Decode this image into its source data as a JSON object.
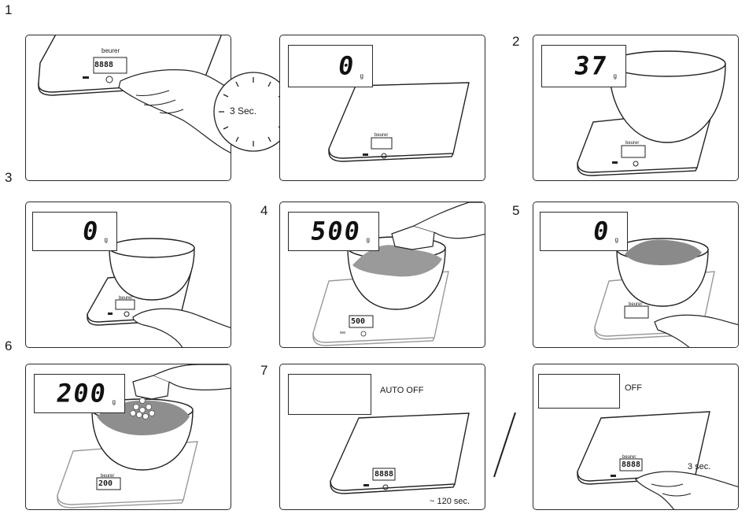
{
  "step_labels": [
    "1",
    "2",
    "3",
    "4",
    "5",
    "6",
    "7"
  ],
  "brand": "beurer",
  "unit": "g",
  "timer_label": "3 Sec.",
  "panels": {
    "p1b": {
      "display": "0"
    },
    "p2": {
      "display": "37"
    },
    "p3": {
      "display": "0"
    },
    "p4": {
      "display": "500",
      "small_display": "500"
    },
    "p5": {
      "display": "0"
    },
    "p6": {
      "display": "200",
      "small_display": "200"
    },
    "p7a": {
      "caption": "AUTO OFF",
      "time_caption": "~ 120 sec."
    },
    "p7b": {
      "caption": "OFF",
      "time_caption": "3 sec."
    }
  },
  "small_lcd_placeholder": "8888"
}
